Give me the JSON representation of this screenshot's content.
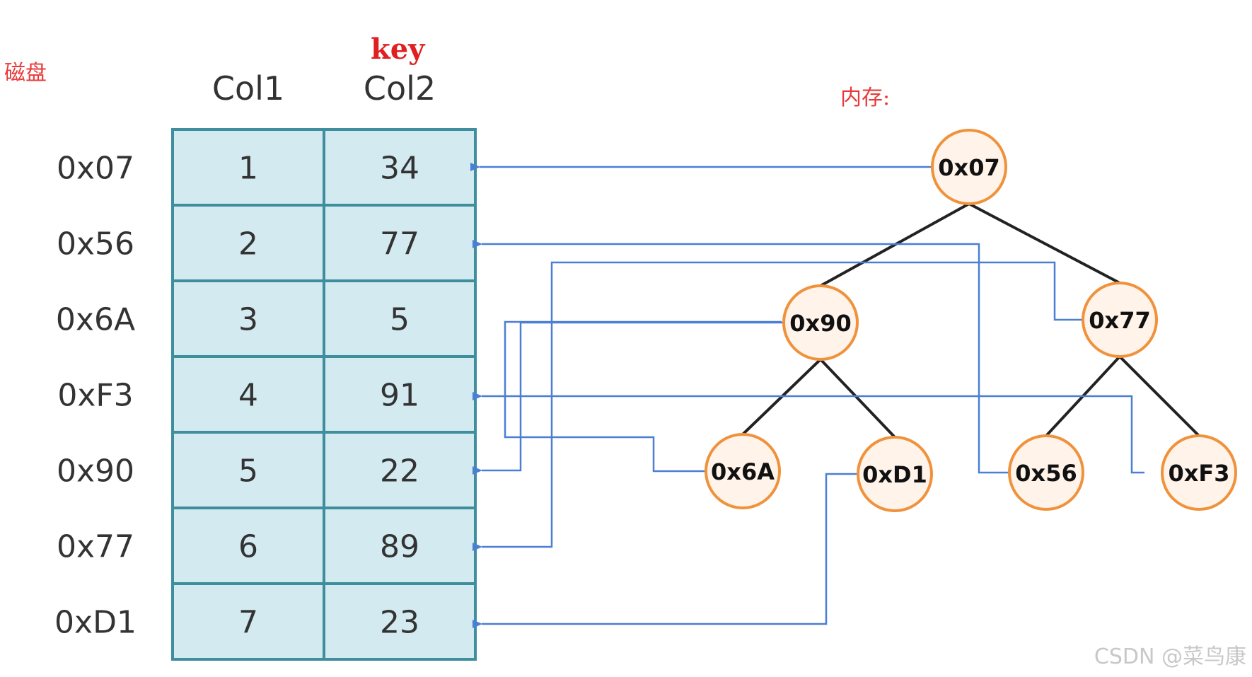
{
  "labels": {
    "disk": "磁盘",
    "memory": "内存:",
    "key": "key",
    "watermark": "CSDN @菜鸟康"
  },
  "table": {
    "headers": [
      "Col1",
      "Col2"
    ],
    "rows": [
      {
        "address": "0x07",
        "col1": "1",
        "col2": "34"
      },
      {
        "address": "0x56",
        "col1": "2",
        "col2": "77"
      },
      {
        "address": "0x6A",
        "col1": "3",
        "col2": "5"
      },
      {
        "address": "0xF3",
        "col1": "4",
        "col2": "91"
      },
      {
        "address": "0x90",
        "col1": "5",
        "col2": "22"
      },
      {
        "address": "0x77",
        "col1": "6",
        "col2": "89"
      },
      {
        "address": "0xD1",
        "col1": "7",
        "col2": "23"
      }
    ]
  },
  "tree": {
    "nodes": [
      {
        "id": "n07",
        "label": "0x07",
        "parent": null
      },
      {
        "id": "n90",
        "label": "0x90",
        "parent": "n07"
      },
      {
        "id": "n77",
        "label": "0x77",
        "parent": "n07"
      },
      {
        "id": "n6A",
        "label": "0x6A",
        "parent": "n90"
      },
      {
        "id": "nD1",
        "label": "0xD1",
        "parent": "n90"
      },
      {
        "id": "n56",
        "label": "0x56",
        "parent": "n77"
      },
      {
        "id": "nF3",
        "label": "0xF3",
        "parent": "n77"
      }
    ]
  },
  "colors": {
    "table_fill": "#d3eaf1",
    "table_border": "#3e8e9e",
    "node_fill": "#fff3ea",
    "node_border": "#f0923c",
    "pointer_line": "#4a7fd4",
    "tree_edge": "#222222",
    "label_red": "#e83a3a"
  }
}
